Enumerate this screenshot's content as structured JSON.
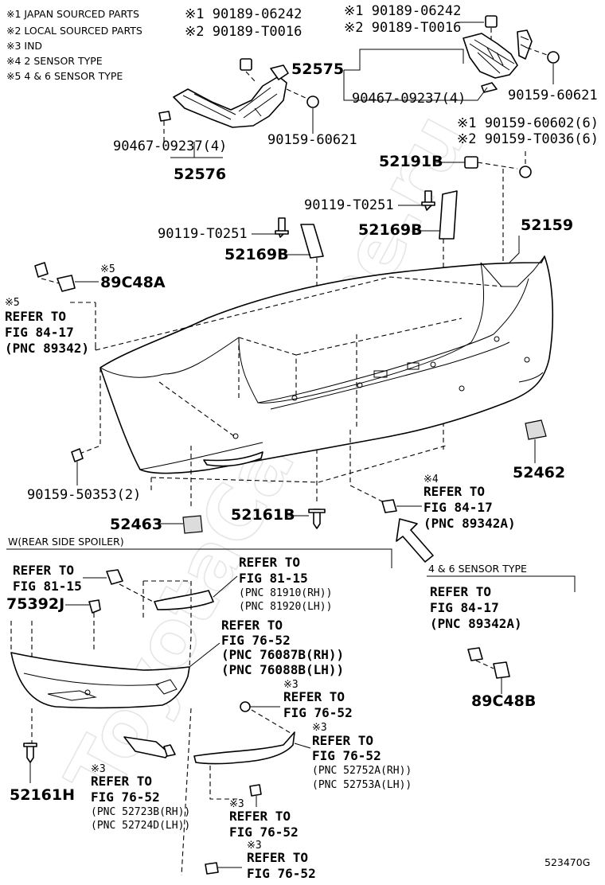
{
  "legend": [
    "※1 JAPAN SOURCED PARTS",
    "※2 LOCAL SOURCED PARTS",
    "※3 IND",
    "※4 2 SENSOR TYPE",
    "※5 4 & 6 SENSOR TYPE"
  ],
  "watermark": "ToyotaCarMine.ru",
  "labels": {
    "clip_left_1": "※1 90189-06242",
    "clip_left_2": "※2 90189-T0016",
    "clip_right_1": "※1 90189-06242",
    "clip_right_2": "※2 90189-T0016",
    "p52575": "52575",
    "p90467_r": "90467-09237(4)",
    "p90159_60621_r": "90159-60621",
    "p90467_l": "90467-09237(4)",
    "p90159_60621_l": "90159-60621",
    "p52576": "52576",
    "nut_1": "※1 90159-60602(6)",
    "nut_2": "※2 90159-T0036(6)",
    "p52191B": "52191B",
    "p90119_r": "90119-T0251",
    "p52169B_r": "52169B",
    "p52159": "52159",
    "p90119_l": "90119-T0251",
    "p52169B_l": "52169B",
    "mark5_a": "※5",
    "p89C48A": "89C48A",
    "mark5_b": "※5",
    "refer_to_1": "REFER TO",
    "fig_84_17_1": "FIG 84-17",
    "pnc_89342_1": "(PNC 89342)",
    "p90159_50353": "90159-50353(2)",
    "p52462": "52462",
    "mark4": "※4",
    "refer_to_2": "REFER TO",
    "fig_84_17_2": "FIG 84-17",
    "pnc_89342A_1": "(PNC 89342A)",
    "p52161B": "52161B",
    "p52463": "52463",
    "spoiler_header": "W(REAR SIDE SPOILER)",
    "sensor_header": "4 & 6 SENSOR TYPE",
    "refer_to_3": "REFER TO",
    "fig_81_15_a": "FIG 81-15",
    "refer_to_4": "REFER TO",
    "fig_81_15_b": "FIG 81-15",
    "pnc_81910": "(PNC 81910(RH))",
    "pnc_81920": "(PNC 81920(LH))",
    "p75392J": "75392J",
    "refer_to_5": "REFER TO",
    "fig_76_52_a": "FIG 76-52",
    "pnc_76087B": "(PNC 76087B(RH))",
    "pnc_76088B": "(PNC 76088B(LH))",
    "refer_to_6": "REFER TO",
    "fig_84_17_3": "FIG 84-17",
    "pnc_89342A_2": "(PNC 89342A)",
    "mark3_a": "※3",
    "refer_to_7": "REFER TO",
    "fig_76_52_b": "FIG 76-52",
    "p89C48B": "89C48B",
    "mark3_b": "※3",
    "refer_to_8": "REFER TO",
    "fig_76_52_c": "FIG 76-52",
    "pnc_52752A": "(PNC 52752A(RH))",
    "pnc_52753A": "(PNC 52753A(LH))",
    "p52161H": "52161H",
    "mark3_c": "※3",
    "refer_to_9": "REFER TO",
    "fig_76_52_d": "FIG 76-52",
    "pnc_52723B": "(PNC 52723B(RH))",
    "pnc_52724D": "(PNC 52724D(LH))",
    "mark3_d": "※3",
    "refer_to_10": "REFER TO",
    "fig_76_52_e": "FIG 76-52",
    "mark3_e": "※3",
    "refer_to_11": "REFER TO",
    "fig_76_52_f": "FIG 76-52",
    "drawing_code": "523470G"
  }
}
